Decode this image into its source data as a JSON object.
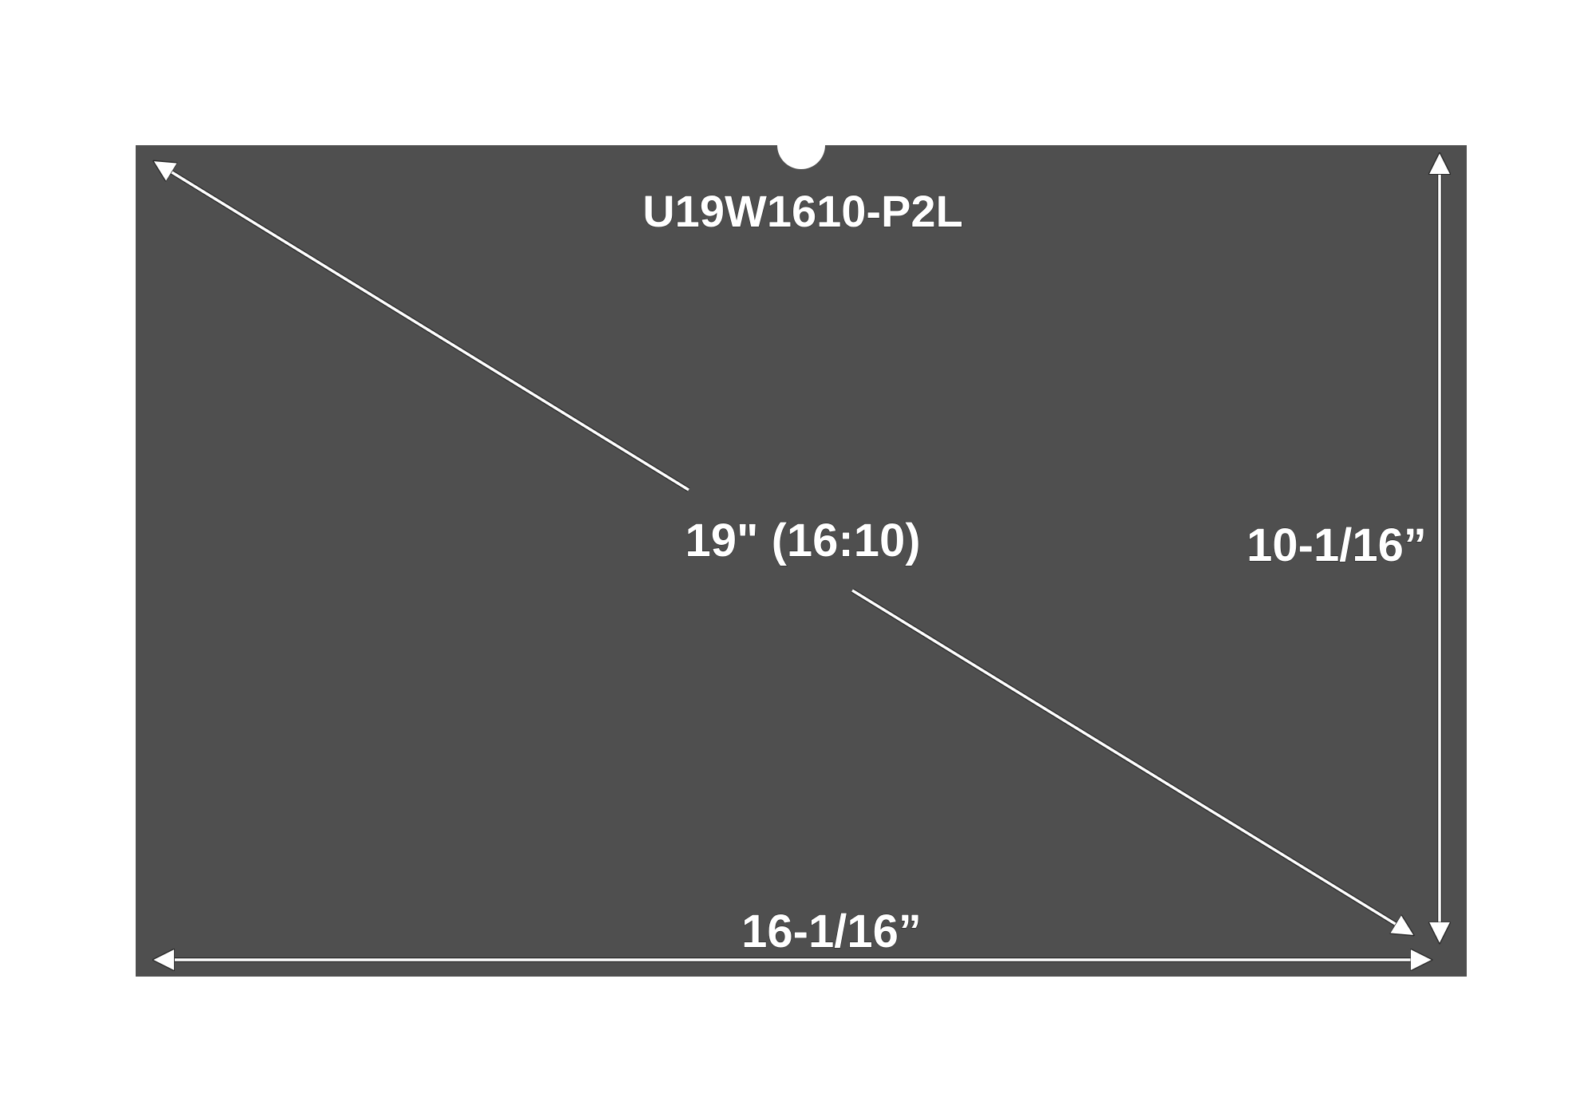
{
  "diagram": {
    "model_label": "U19W1610-P2L",
    "diagonal_label": "19\" (16:10)",
    "height_label": "10-1/16”",
    "width_label": "16-1/16”"
  },
  "colors": {
    "background": "#ffffff",
    "panel": "#4f4f4f",
    "line": "#ffffff",
    "text": "#ffffff",
    "outline": "#2a2a2a"
  }
}
